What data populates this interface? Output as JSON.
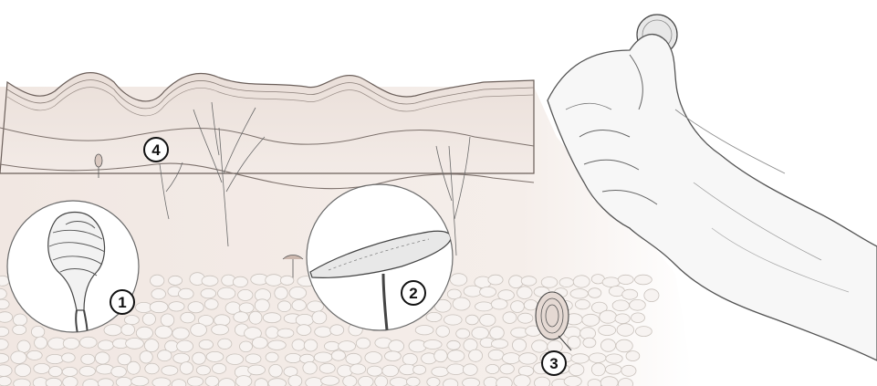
{
  "markers": [
    {
      "id": "receptor-1",
      "label": "1"
    },
    {
      "id": "receptor-2",
      "label": "2"
    },
    {
      "id": "receptor-3",
      "label": "3"
    },
    {
      "id": "receptor-4",
      "label": "4"
    }
  ],
  "colors": {
    "epidermis": "#e9ded8",
    "dermis": "#f4ece8",
    "outline": "#6b5f5a",
    "cells": "#c9c2bc",
    "sketch": "#4a4a4a",
    "marker_stroke": "#111111",
    "marker_fill": "#ffffff"
  },
  "icons": {
    "hand": "hand-holding-coin-icon",
    "coin": "coin-icon"
  }
}
